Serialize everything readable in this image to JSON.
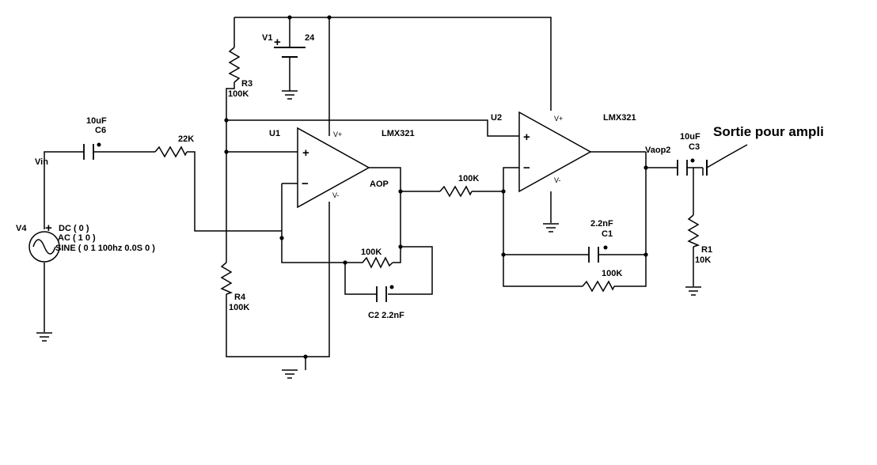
{
  "components": {
    "v1": {
      "ref": "V1",
      "value": "24"
    },
    "r3": {
      "ref": "R3",
      "value": "100K"
    },
    "r4": {
      "ref": "R4",
      "value": "100K"
    },
    "c6": {
      "ref": "C6",
      "value": "10uF"
    },
    "r_in": {
      "value": "22K"
    },
    "u1": {
      "ref": "U1",
      "part": "LMX321",
      "vplus": "V+",
      "vminus": "V-",
      "plus": "+",
      "minus": "−",
      "out_label": "AOP"
    },
    "r_fb1": {
      "value": "100K"
    },
    "c2": {
      "label": "C2 2.2nF"
    },
    "r_mid": {
      "value": "100K"
    },
    "u2": {
      "ref": "U2",
      "part": "LMX321",
      "vplus": "V+",
      "vminus": "V-",
      "plus": "+",
      "minus": "−"
    },
    "c1": {
      "ref": "C1",
      "value": "2.2nF"
    },
    "r_fb2": {
      "value": "100K"
    },
    "c3": {
      "ref": "C3",
      "value": "10uF"
    },
    "r1": {
      "ref": "R1",
      "value": "10K"
    },
    "v4": {
      "ref": "V4",
      "plus": "+",
      "dc": "DC ( 0 )",
      "ac": "AC ( 1 0 )",
      "sine": "SINE ( 0 1 100hz 0.0S 0 )"
    }
  },
  "nets": {
    "vin": "Vin",
    "vaop2": "Vaop2"
  },
  "annotation": {
    "text": "Sortie pour ampli"
  }
}
